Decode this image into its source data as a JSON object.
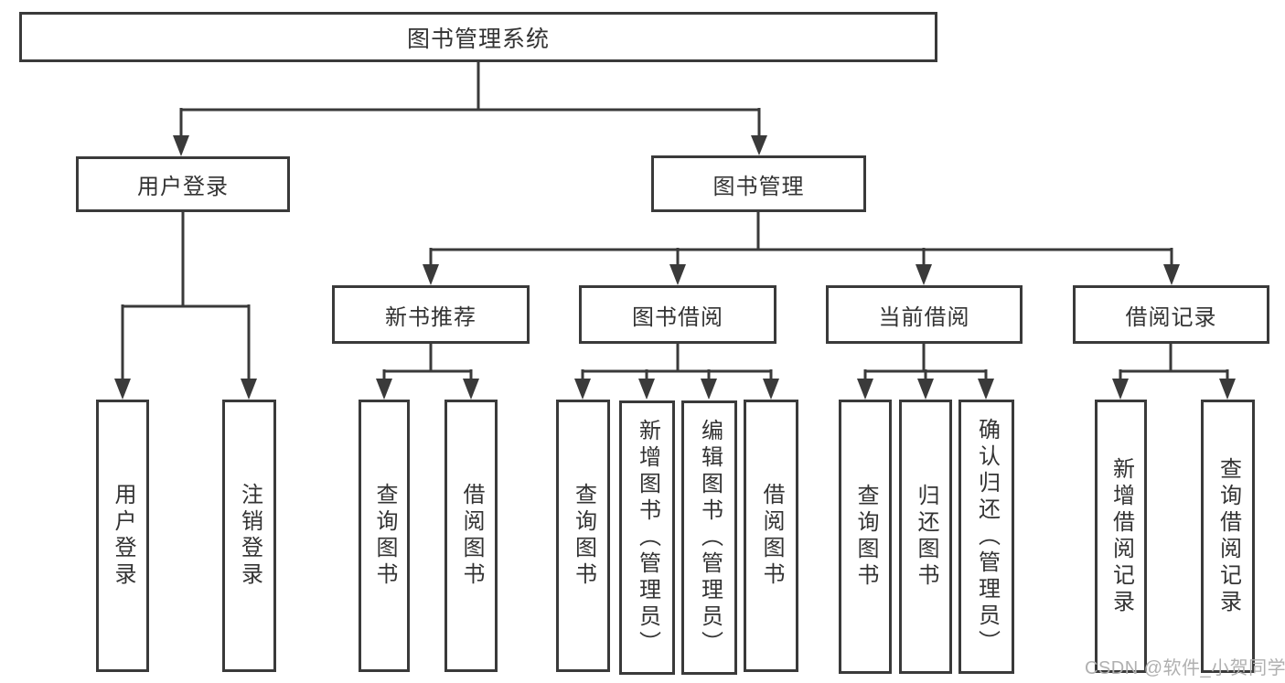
{
  "watermark": "CSDN @软件_小贺同学",
  "colors": {
    "line": "#3a3a3a",
    "text": "#333333",
    "background": "#ffffff",
    "watermark": "#b0b0b0"
  },
  "tree": {
    "label": "图书管理系统",
    "children": [
      {
        "label": "用户登录",
        "children": [
          {
            "label": "用户登录"
          },
          {
            "label": "注销登录"
          }
        ]
      },
      {
        "label": "图书管理",
        "children": [
          {
            "label": "新书推荐",
            "children": [
              {
                "label": "查询图书"
              },
              {
                "label": "借阅图书"
              }
            ]
          },
          {
            "label": "图书借阅",
            "children": [
              {
                "label": "查询图书"
              },
              {
                "label": "新增图书（管理员）"
              },
              {
                "label": "编辑图书（管理员）"
              },
              {
                "label": "借阅图书"
              }
            ]
          },
          {
            "label": "当前借阅",
            "children": [
              {
                "label": "查询图书"
              },
              {
                "label": "归还图书"
              },
              {
                "label": "确认归还（管理员）"
              }
            ]
          },
          {
            "label": "借阅记录",
            "children": [
              {
                "label": "新增借阅记录"
              },
              {
                "label": "查询借阅记录"
              }
            ]
          }
        ]
      }
    ]
  }
}
